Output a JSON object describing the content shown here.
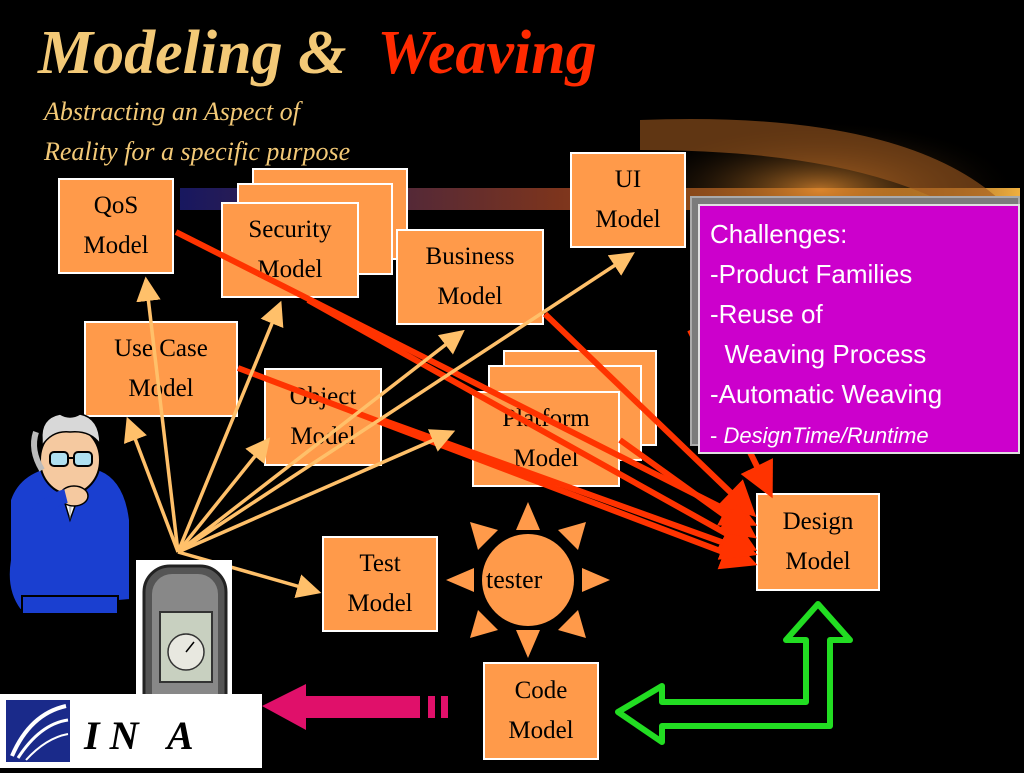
{
  "title": {
    "part1": "Modeling",
    "amp": "&",
    "part2": "Weaving"
  },
  "subtitle": {
    "line1": "Abstracting an Aspect of",
    "line2": "Reality for a specific purpose"
  },
  "models": {
    "qos": "QoS\nModel",
    "security": "Security\nModel",
    "business": "Business\nModel",
    "ui": "UI\nModel",
    "usecase": "Use Case\nModel",
    "object": "Object\nModel",
    "platform": "Platform\nModel",
    "design": "Design\nModel",
    "test": "Test\nModel",
    "code": "Code\nModel"
  },
  "tester": "tester",
  "challenges": {
    "line1": "Challenges:",
    "line2": "-Product Families",
    "line3": "-Reuse of",
    "line4": "  Weaving Process",
    "line5": "-Automatic Weaving",
    "line6_dash": "- ",
    "line6_text": "DesignTime/Runtime"
  },
  "logo": {
    "letters": "I N   A"
  },
  "colors": {
    "box": "#ff9a4a",
    "weave_arrow": "#ff3300",
    "model_arrow": "#ffc06a",
    "challenge_bg": "#cc00cc",
    "green_arrow": "#22dd22",
    "magenta_arrow": "#e0106a"
  }
}
